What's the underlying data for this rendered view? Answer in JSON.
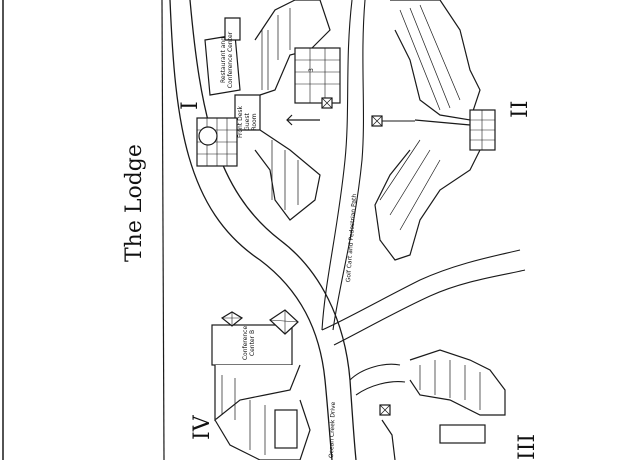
{
  "map": {
    "title": "The Lodge",
    "sections": {
      "one": "I",
      "two": "II",
      "three": "III",
      "four": "IV"
    },
    "labels": {
      "restaurant": "Restaurant and Conference Center",
      "guest_room": "Front Desk Guest Room",
      "conference_center_b": "Conference Center B",
      "golf_cart_path": "Golf Cart and Pedestrian Path",
      "ocean_creek_drive": "Ocean Creek Drive",
      "building_number": "3"
    }
  }
}
